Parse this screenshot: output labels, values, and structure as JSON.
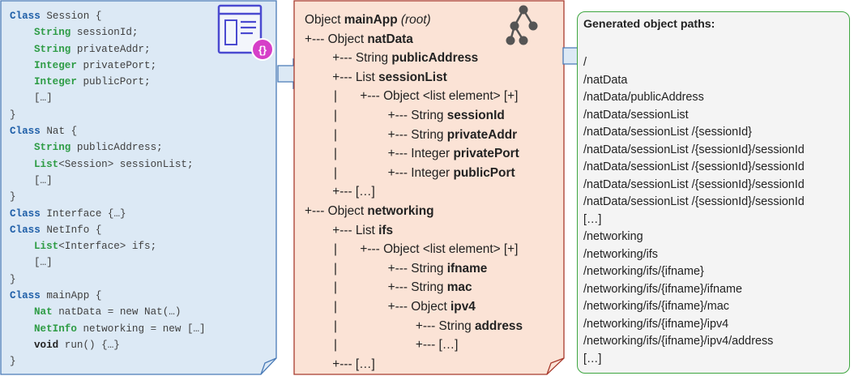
{
  "code_panel": {
    "lines": [
      {
        "kw": "Class",
        "kw_kind": "class",
        "rest": " Session {",
        "indent": 0
      },
      {
        "kw": "String",
        "kw_kind": "type",
        "rest": " sessionId;",
        "indent": 1
      },
      {
        "kw": "String",
        "kw_kind": "type",
        "rest": " privateAddr;",
        "indent": 1
      },
      {
        "kw": "Integer",
        "kw_kind": "type",
        "rest": " privatePort;",
        "indent": 1
      },
      {
        "kw": "Integer",
        "kw_kind": "type",
        "rest": " publicPort;",
        "indent": 1
      },
      {
        "kw": "",
        "kw_kind": "",
        "rest": "[…]",
        "indent": 1
      },
      {
        "kw": "",
        "kw_kind": "",
        "rest": "}",
        "indent": 0
      },
      {
        "kw": "Class",
        "kw_kind": "class",
        "rest": " Nat {",
        "indent": 0
      },
      {
        "kw": "String",
        "kw_kind": "type",
        "rest": " publicAddress;",
        "indent": 1
      },
      {
        "kw": "List",
        "kw_kind": "type",
        "rest": "<Session> sessionList;",
        "indent": 1
      },
      {
        "kw": "",
        "kw_kind": "",
        "rest": "[…]",
        "indent": 1
      },
      {
        "kw": "",
        "kw_kind": "",
        "rest": "}",
        "indent": 0
      },
      {
        "kw": "Class",
        "kw_kind": "class",
        "rest": " Interface {…}",
        "indent": 0
      },
      {
        "kw": "Class",
        "kw_kind": "class",
        "rest": " NetInfo {",
        "indent": 0
      },
      {
        "kw": "List",
        "kw_kind": "type",
        "rest": "<Interface> ifs;",
        "indent": 1
      },
      {
        "kw": "",
        "kw_kind": "",
        "rest": "[…]",
        "indent": 1
      },
      {
        "kw": "",
        "kw_kind": "",
        "rest": "}",
        "indent": 0
      },
      {
        "kw": "Class",
        "kw_kind": "class",
        "rest": " mainApp {",
        "indent": 0
      },
      {
        "kw": "Nat",
        "kw_kind": "type",
        "rest": " natData = new Nat(…)",
        "indent": 1
      },
      {
        "kw": "NetInfo",
        "kw_kind": "type",
        "rest": " networking = new […]",
        "indent": 1
      },
      {
        "kw": "void",
        "kw_kind": "void",
        "rest": " run() {…}",
        "indent": 1
      },
      {
        "kw": "",
        "kw_kind": "",
        "rest": "}",
        "indent": 0
      }
    ],
    "colors": {
      "fill": "#dce9f5",
      "stroke": "#4a7bb7",
      "class_kw": "#1f5fa8",
      "type_kw": "#2e9c45"
    }
  },
  "tree_panel": {
    "lines": [
      {
        "pre": "",
        "plain": "Object ",
        "bold": "mainApp",
        "italic": " (root)",
        "post": "",
        "pipes": []
      },
      {
        "pre": "+--- ",
        "plain": "Object ",
        "bold": "natData",
        "italic": "",
        "post": "",
        "pipes": []
      },
      {
        "pre": "        +--- ",
        "plain": "String ",
        "bold": "publicAddress",
        "italic": "",
        "post": "",
        "pipes": []
      },
      {
        "pre": "        +--- ",
        "plain": "List ",
        "bold": "sessionList",
        "italic": "",
        "post": "",
        "pipes": []
      },
      {
        "pre": "                +--- ",
        "plain": "Object <list element> [+]",
        "bold": "",
        "italic": "",
        "post": "",
        "pipes": [
          "|"
        ]
      },
      {
        "pre": "                        +--- ",
        "plain": "String ",
        "bold": "sessionId",
        "italic": "",
        "post": "",
        "pipes": [
          "|"
        ]
      },
      {
        "pre": "                        +--- ",
        "plain": "String ",
        "bold": "privateAddr",
        "italic": "",
        "post": "",
        "pipes": [
          "|"
        ]
      },
      {
        "pre": "                        +--- ",
        "plain": "Integer ",
        "bold": "privatePort",
        "italic": "",
        "post": "",
        "pipes": [
          "|"
        ]
      },
      {
        "pre": "                        +--- ",
        "plain": "Integer ",
        "bold": "publicPort",
        "italic": "",
        "post": "",
        "pipes": [
          "|"
        ]
      },
      {
        "pre": "        +--- ",
        "plain": "[…]",
        "bold": "",
        "italic": "",
        "post": "",
        "pipes": []
      },
      {
        "pre": "+--- ",
        "plain": "Object ",
        "bold": "networking",
        "italic": "",
        "post": "",
        "pipes": []
      },
      {
        "pre": "        +--- ",
        "plain": "List ",
        "bold": "ifs",
        "italic": "",
        "post": "",
        "pipes": []
      },
      {
        "pre": "                +--- ",
        "plain": "Object <list element> [+]",
        "bold": "",
        "italic": "",
        "post": "",
        "pipes": [
          "|"
        ]
      },
      {
        "pre": "                        +--- ",
        "plain": "String ",
        "bold": "ifname",
        "italic": "",
        "post": "",
        "pipes": [
          "|"
        ]
      },
      {
        "pre": "                        +--- ",
        "plain": "String ",
        "bold": "mac",
        "italic": "",
        "post": "",
        "pipes": [
          "|"
        ]
      },
      {
        "pre": "                        +--- ",
        "plain": "Object ",
        "bold": "ipv4",
        "italic": "",
        "post": "",
        "pipes": [
          "|"
        ]
      },
      {
        "pre": "                                +--- ",
        "plain": "String ",
        "bold": "address",
        "italic": "",
        "post": "",
        "pipes": [
          "|"
        ]
      },
      {
        "pre": "                                +--- ",
        "plain": "[…]",
        "bold": "",
        "italic": "",
        "post": "",
        "pipes": [
          "|"
        ]
      },
      {
        "pre": "        +--- ",
        "plain": "[…]",
        "bold": "",
        "italic": "",
        "post": "",
        "pipes": []
      }
    ],
    "colors": {
      "fill": "#fbe3d6",
      "stroke": "#a83a2c",
      "icon": "#555555"
    }
  },
  "paths_panel": {
    "title": "Generated object paths:",
    "paths": [
      "/",
      "/natData",
      "/natData/publicAddress",
      "/natData/sessionList",
      "/natData/sessionList /{sessionId}",
      "/natData/sessionList /{sessionId}/sessionId",
      "/natData/sessionList /{sessionId}/sessionId",
      "/natData/sessionList /{sessionId}/sessionId",
      "/natData/sessionList /{sessionId}/sessionId",
      "[…]",
      "/networking",
      "/networking/ifs",
      "/networking/ifs/{ifname}",
      "/networking/ifs/{ifname}/ifname",
      "/networking/ifs/{ifname}/mac",
      "/networking/ifs/{ifname}/ipv4",
      "/networking/ifs/{ifname}/ipv4/address",
      "[…]"
    ],
    "colors": {
      "fill": "#f4f4f4",
      "stroke": "#3ea640"
    }
  },
  "icons": {
    "code_icon": "code-window-icon",
    "tree_icon": "tree-hierarchy-icon",
    "arrow": "right-arrow-icon"
  }
}
